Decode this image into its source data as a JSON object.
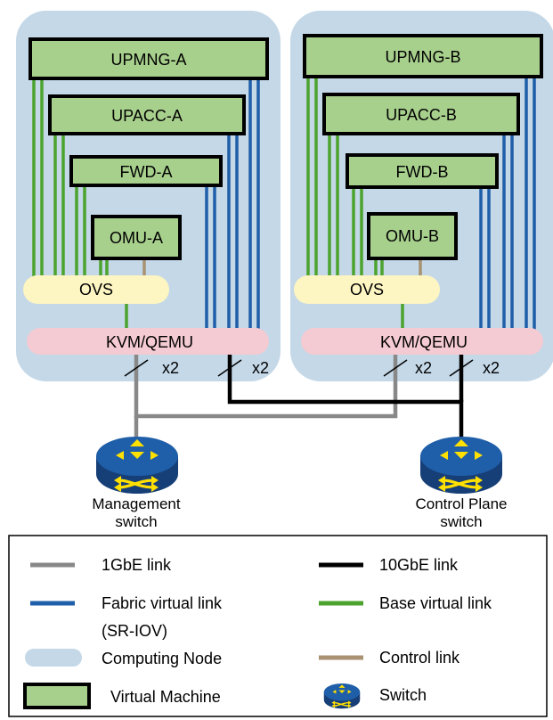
{
  "nodes": {
    "a": {
      "vms": {
        "upmng": "UPMNG-A",
        "upacc": "UPACC-A",
        "fwd": "FWD-A",
        "omu": "OMU-A"
      },
      "ovs": "OVS",
      "kvm": "KVM/QEMU",
      "mgmt_mult": "x2",
      "ctrl_mult": "x2"
    },
    "b": {
      "vms": {
        "upmng": "UPMNG-B",
        "upacc": "UPACC-B",
        "fwd": "FWD-B",
        "omu": "OMU-B"
      },
      "ovs": "OVS",
      "kvm": "KVM/QEMU",
      "mgmt_mult": "x2",
      "ctrl_mult": "x2"
    }
  },
  "switches": {
    "management": {
      "line1": "Management",
      "line2": "switch"
    },
    "control": {
      "line1": "Control Plane",
      "line2": "switch"
    }
  },
  "legend": {
    "link_1gbe": "1GbE link",
    "link_10gbe": "10GbE link",
    "fabric_line1": "Fabric virtual link",
    "fabric_line2": "(SR-IOV)",
    "base": "Base virtual link",
    "computing_node": "Computing Node",
    "control": "Control link",
    "vm": "Virtual Machine",
    "switch": "Switch"
  },
  "colors": {
    "node_fill": "#c4d8e8",
    "vm_fill": "#a8d08d",
    "ovs_fill": "#fdf5c2",
    "kvm_fill": "#f4cbd2",
    "link_1gbe": "#888888",
    "link_10gbe": "#000000",
    "fabric": "#1f5ea8",
    "base": "#4ca32e",
    "control": "#a89272",
    "switch_body": "#1f5ea8",
    "switch_arrows": "#ffe000"
  }
}
